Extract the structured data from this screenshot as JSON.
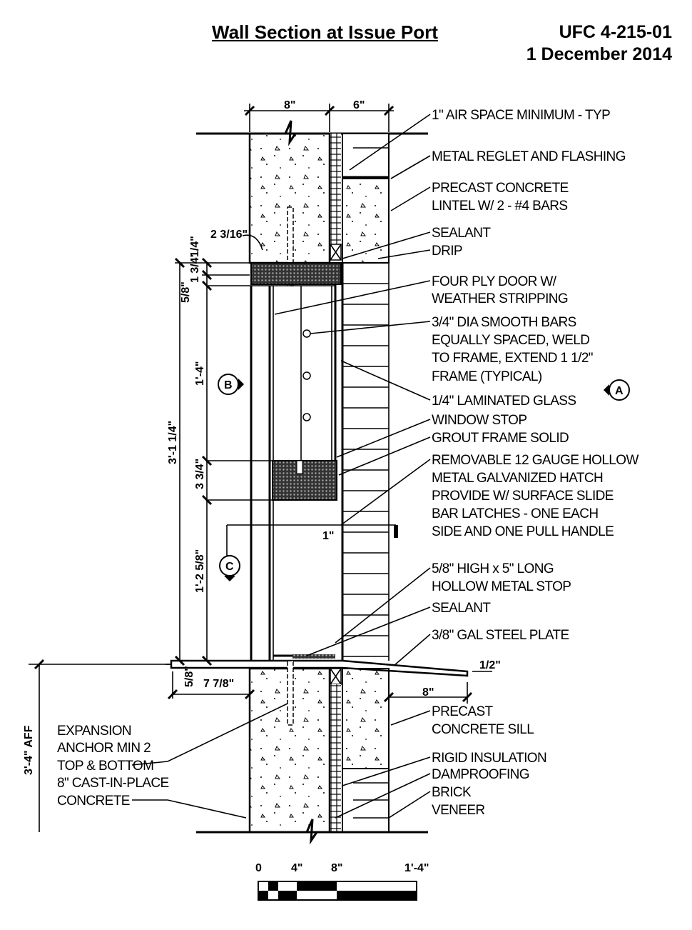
{
  "header": {
    "title": "Wall Section at Issue Port",
    "doc_number": "UFC 4-215-01",
    "doc_date": "1 December 2014"
  },
  "right_labels": [
    "1\" AIR SPACE MINIMUM - TYP",
    "METAL REGLET AND FLASHING",
    "PRECAST CONCRETE",
    "LINTEL W/ 2 - #4 BARS",
    "SEALANT",
    "DRIP",
    "FOUR PLY DOOR W/",
    "WEATHER STRIPPING",
    "3/4\" DIA SMOOTH BARS",
    "EQUALLY SPACED, WELD",
    "TO FRAME, EXTEND 1 1/2\"",
    "FRAME (TYPICAL)",
    "1/4\" LAMINATED GLASS",
    "WINDOW STOP",
    "GROUT FRAME SOLID",
    "REMOVABLE 12 GAUGE HOLLOW",
    "METAL GALVANIZED HATCH",
    "PROVIDE W/ SURFACE SLIDE",
    "BAR LATCHES - ONE EACH",
    "SIDE AND ONE PULL HANDLE",
    "5/8\" HIGH x 5\" LONG",
    "HOLLOW METAL STOP",
    "SEALANT",
    "3/8\" GAL STEEL PLATE",
    "PRECAST",
    "CONCRETE SILL",
    "RIGID INSULATION",
    "DAMPROOFING",
    "BRICK",
    "VENEER"
  ],
  "left_labels": [
    "EXPANSION",
    "ANCHOR MIN 2",
    "TOP & BOTTOM",
    "8\" CAST-IN-PLACE",
    "CONCRETE"
  ],
  "dimensions": {
    "wall_width": "8\"",
    "veneer_width": "6\"",
    "drip_offset": "2 3/16\"",
    "top_small": "1/4\"",
    "lintel_small_1": "1 3/4\"",
    "lintel_small_2": "5/8\"",
    "upper_opening": "1'-4\"",
    "overall": "3'-1 1/4\"",
    "hatch_band": "3 3/4\"",
    "lower_opening": "1'-2 5/8\"",
    "sill_small": "5/8\"",
    "sill_depth": "7 7/8\"",
    "stop_gap": "1\"",
    "plate_slope": "1/2\"",
    "sill_width": "8\"",
    "aff": "3'-4\" AFF"
  },
  "section_markers": [
    "A",
    "B",
    "C"
  ],
  "scale_bar": {
    "ticks": [
      "0",
      "4\"",
      "8\"",
      "1'-4\""
    ]
  }
}
